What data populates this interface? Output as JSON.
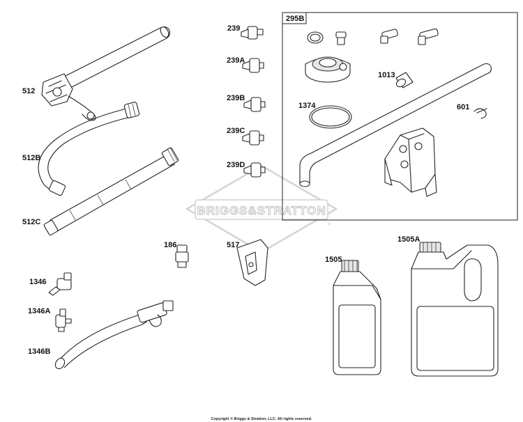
{
  "diagram": {
    "watermark": {
      "brand": "BRIGGS&STRATTON",
      "mark": "®"
    },
    "kit_box": {
      "label": "295B"
    },
    "parts": {
      "p512": "512",
      "p512B": "512B",
      "p512C": "512C",
      "p239": "239",
      "p239A": "239A",
      "p239B": "239B",
      "p239C": "239C",
      "p239D": "239D",
      "p186": "186",
      "p517": "517",
      "p1346": "1346",
      "p1346A": "1346A",
      "p1346B": "1346B",
      "p1013": "1013",
      "p1374": "1374",
      "p601": "601",
      "p1505": "1505",
      "p1505A": "1505A"
    },
    "copyright": "Copyright © Briggs & Stratton, LLC. All rights reserved."
  }
}
